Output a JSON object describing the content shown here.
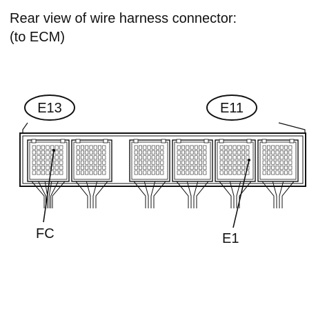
{
  "caption": {
    "line1": "Rear view of wire harness connector:",
    "line2": "(to ECM)"
  },
  "connectors": {
    "left_label": "E13",
    "right_label": "E11"
  },
  "callouts": {
    "left": "FC",
    "right": "E1"
  }
}
